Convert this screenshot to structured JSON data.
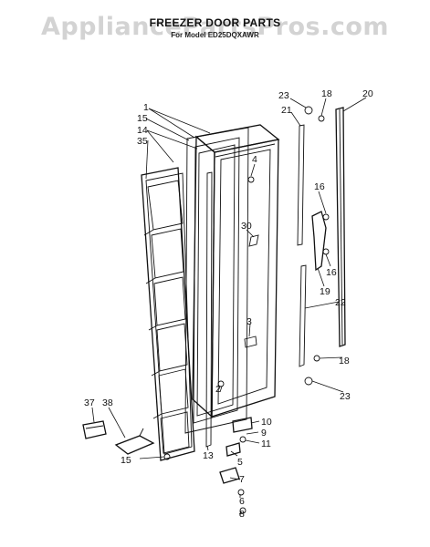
{
  "watermark": "AppliancePartsPros.com",
  "title": "FREEZER DOOR PARTS",
  "subtitle": "For Model ED25DQXAWR",
  "callouts": [
    {
      "id": "c1",
      "label": "1"
    },
    {
      "id": "c15a",
      "label": "15"
    },
    {
      "id": "c14",
      "label": "14"
    },
    {
      "id": "c35",
      "label": "35"
    },
    {
      "id": "c4",
      "label": "4"
    },
    {
      "id": "c30",
      "label": "30"
    },
    {
      "id": "c23a",
      "label": "23"
    },
    {
      "id": "c18a",
      "label": "18"
    },
    {
      "id": "c21",
      "label": "21"
    },
    {
      "id": "c20",
      "label": "20"
    },
    {
      "id": "c16a",
      "label": "16"
    },
    {
      "id": "c16b",
      "label": "16"
    },
    {
      "id": "c19",
      "label": "19"
    },
    {
      "id": "c22",
      "label": "22"
    },
    {
      "id": "c3",
      "label": "3"
    },
    {
      "id": "c18b",
      "label": "18"
    },
    {
      "id": "c23b",
      "label": "23"
    },
    {
      "id": "c2",
      "label": "2"
    },
    {
      "id": "c10",
      "label": "10"
    },
    {
      "id": "c9",
      "label": "9"
    },
    {
      "id": "c11",
      "label": "11"
    },
    {
      "id": "c37",
      "label": "37"
    },
    {
      "id": "c38",
      "label": "38"
    },
    {
      "id": "c13",
      "label": "13"
    },
    {
      "id": "c5",
      "label": "5"
    },
    {
      "id": "c15b",
      "label": "15"
    },
    {
      "id": "c7",
      "label": "7"
    },
    {
      "id": "c6",
      "label": "6"
    },
    {
      "id": "c8",
      "label": "8"
    }
  ]
}
